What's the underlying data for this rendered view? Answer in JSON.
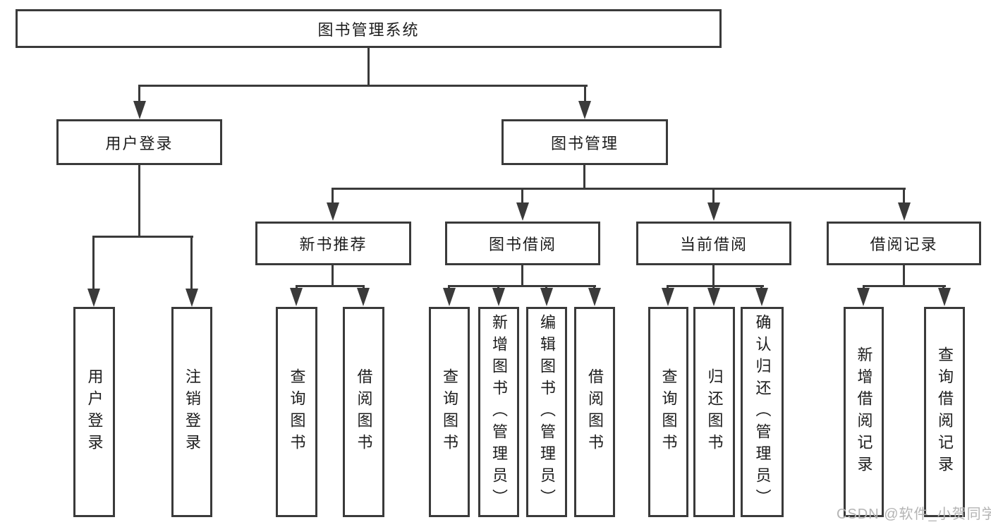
{
  "diagram": {
    "root": {
      "label": "图书管理系统"
    },
    "level2": [
      {
        "label": "用户登录"
      },
      {
        "label": "图书管理"
      }
    ],
    "level3": [
      {
        "label": "新书推荐"
      },
      {
        "label": "图书借阅"
      },
      {
        "label": "当前借阅"
      },
      {
        "label": "借阅记录"
      }
    ],
    "leaves": [
      {
        "label": "用户登录"
      },
      {
        "label": "注销登录"
      },
      {
        "label": "查询图书"
      },
      {
        "label": "借阅图书"
      },
      {
        "label": "查询图书"
      },
      {
        "label": "新增图书（管理员）"
      },
      {
        "label": "编辑图书（管理员）"
      },
      {
        "label": "借阅图书"
      },
      {
        "label": "查询图书"
      },
      {
        "label": "归还图书"
      },
      {
        "label": "确认归还（管理员）"
      },
      {
        "label": "新增借阅记录"
      },
      {
        "label": "查询借阅记录"
      }
    ],
    "watermark": "CSDN @软件_小贺同学",
    "colors": {
      "line": "#3a3a3a",
      "text": "#1d1d1d",
      "watermark": "#b4b4b4",
      "background": "#ffffff"
    }
  }
}
